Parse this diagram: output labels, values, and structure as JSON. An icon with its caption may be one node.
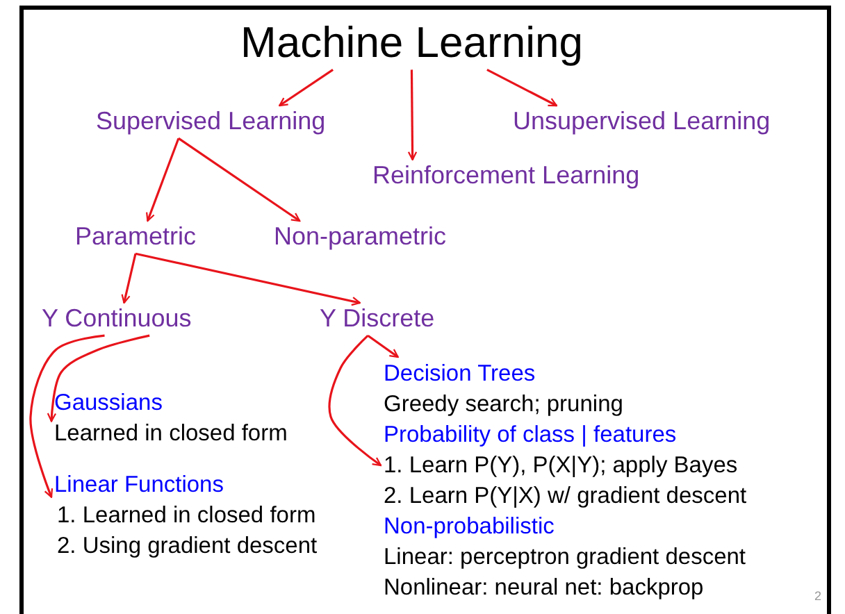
{
  "diagram": {
    "nodes": [
      {
        "text": [
          "Machine Learning"
        ]
      },
      {
        "text": [
          "Supervised Learning"
        ]
      },
      {
        "text": [
          "Reinforcement Learning"
        ]
      },
      {
        "text": [
          "Unsupervised Learning"
        ]
      },
      {
        "text": [
          "Parametric"
        ]
      },
      {
        "text": [
          "Non-parametric"
        ]
      },
      {
        "text": [
          "Y Continuous"
        ]
      },
      {
        "text": [
          "Y Discrete"
        ]
      },
      {
        "text": [
          "Gaussians",
          "Learned in closed form"
        ]
      },
      {
        "text": [
          "Linear Functions",
          "1. Learned in closed form",
          "2. Using gradient descent"
        ]
      },
      {
        "text": [
          "Decision Trees",
          "Greedy search; pruning"
        ]
      },
      {
        "text": [
          "Probability of class | features",
          "1. Learn P(Y), P(X|Y); apply Bayes",
          "2. Learn P(Y|X) w/ gradient descent"
        ]
      },
      {
        "text": [
          "Non-probabilistic",
          "Linear: perceptron gradient descent",
          "Nonlinear: neural net: backprop"
        ]
      }
    ],
    "edges": [
      {
        "from": 0,
        "to": 1,
        "arrow": "to"
      },
      {
        "from": 0,
        "to": 2,
        "arrow": "to"
      },
      {
        "from": 0,
        "to": 3,
        "arrow": "to"
      },
      {
        "from": 1,
        "to": 4,
        "arrow": "to"
      },
      {
        "from": 1,
        "to": 5,
        "arrow": "to"
      },
      {
        "from": 4,
        "to": 6,
        "arrow": "to"
      },
      {
        "from": 4,
        "to": 7,
        "arrow": "to"
      },
      {
        "from": 6,
        "to": 8,
        "arrow": "to"
      },
      {
        "from": 6,
        "to": 9,
        "arrow": "to"
      },
      {
        "from": 7,
        "to": 10,
        "arrow": "to"
      },
      {
        "from": 7,
        "to": 11,
        "arrow": "to"
      }
    ],
    "labels": [
      "2"
    ]
  }
}
